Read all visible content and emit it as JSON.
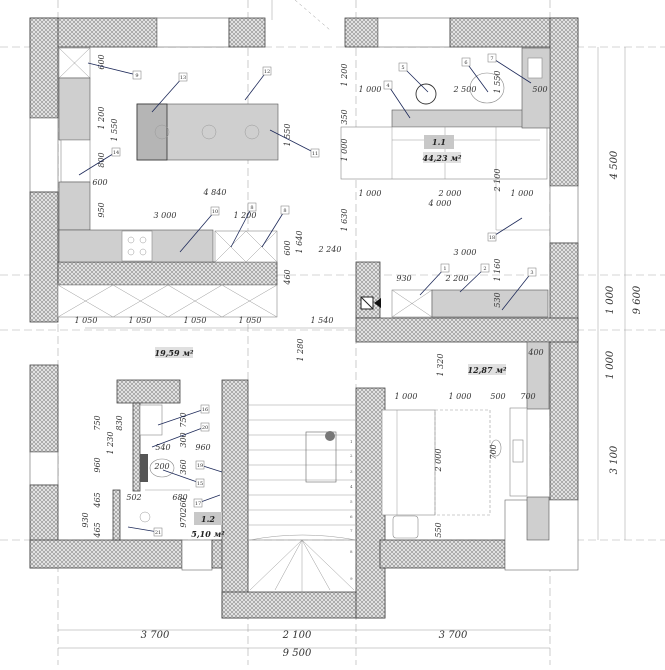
{
  "plan": {
    "rooms": [
      {
        "id": "1.1",
        "area": "44,23 м²"
      },
      {
        "id": "",
        "area": "19,59 м²"
      },
      {
        "id": "",
        "area": "12,87 м²"
      },
      {
        "id": "1.2",
        "area": "5,10 м²"
      }
    ],
    "dims": [
      "600",
      "1 200",
      "1 550",
      "800",
      "600",
      "950",
      "4 840",
      "3 000",
      "1 200",
      "1 550",
      "600",
      "1 640",
      "460",
      "2 240",
      "1 050",
      "1 050",
      "1 050",
      "1 050",
      "1 540",
      "1 200",
      "1 000",
      "2 500",
      "1 550",
      "500",
      "350",
      "1 000",
      "1 000",
      "2 000",
      "1 000",
      "4 000",
      "1 630",
      "2 100",
      "3 000",
      "1 160",
      "930",
      "2 200",
      "530",
      "1 320",
      "400",
      "1 000",
      "1 000",
      "500",
      "700",
      "2 000",
      "700",
      "550",
      "750",
      "830",
      "1 230",
      "960",
      "465",
      "930",
      "465",
      "750",
      "300",
      "540",
      "960",
      "200",
      "360",
      "502",
      "680",
      "260",
      "970",
      "1 280",
      "4 500",
      "1 000",
      "9 600",
      "1 000",
      "3 100",
      "3 700",
      "2 100",
      "3 700",
      "9 500"
    ],
    "callouts": [
      "1",
      "2",
      "3",
      "4",
      "5",
      "6",
      "7",
      "8",
      "8",
      "9",
      "10",
      "11",
      "12",
      "13",
      "14",
      "15",
      "16",
      "17",
      "18",
      "19",
      "20",
      "21"
    ],
    "stair_steps": [
      "1",
      "2",
      "3",
      "4",
      "5",
      "6",
      "7",
      "8",
      "9"
    ],
    "colors": {
      "wall_hatch": "#9a9a9a",
      "cabinet": "#cfcfcf",
      "arrow": "#1e2a5a",
      "tag_bg": "#c8c8c8"
    }
  }
}
